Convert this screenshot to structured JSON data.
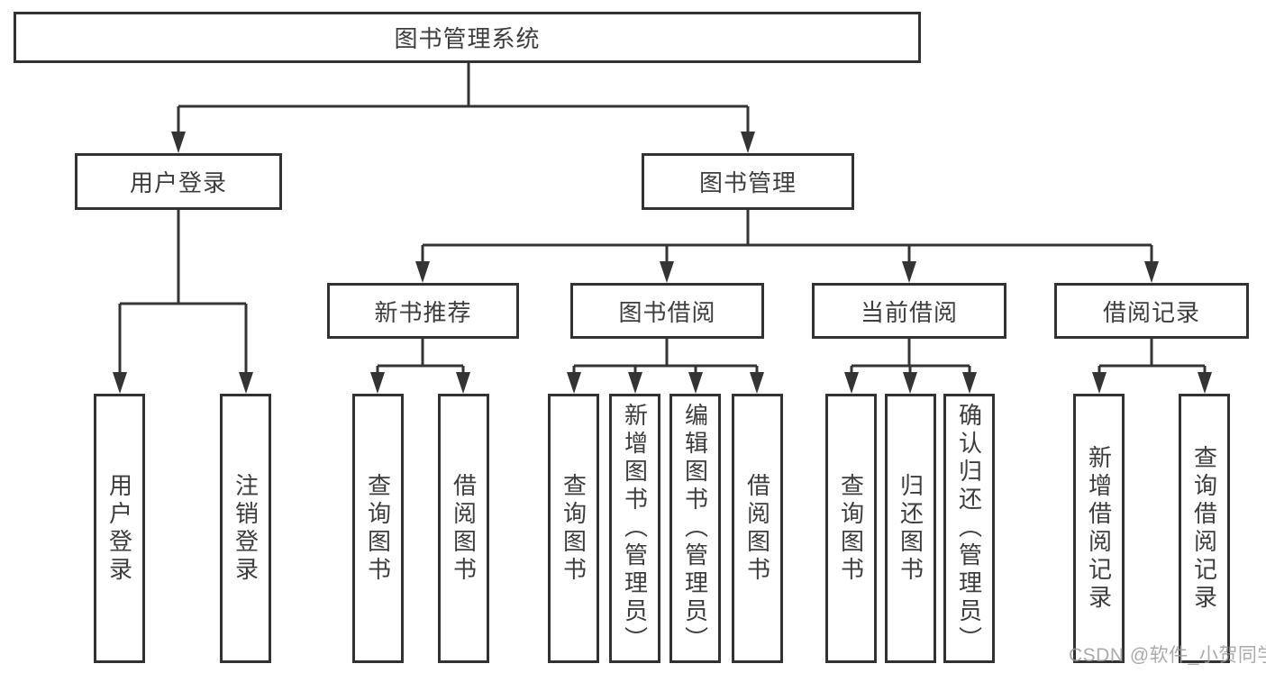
{
  "tree": {
    "root": "图书管理系统",
    "children": [
      {
        "label": "用户登录",
        "children": [
          "用户登录",
          "注销登录"
        ]
      },
      {
        "label": "图书管理",
        "children": [
          {
            "label": "新书推荐",
            "children": [
              "查询图书",
              "借阅图书"
            ]
          },
          {
            "label": "图书借阅",
            "children": [
              "查询图书",
              "新增图书（管理员）",
              "编辑图书（管理员）",
              "借阅图书"
            ]
          },
          {
            "label": "当前借阅",
            "children": [
              "查询图书",
              "归还图书",
              "确认归还（管理员）"
            ]
          },
          {
            "label": "借阅记录",
            "children": [
              "新增借阅记录",
              "查询借阅记录"
            ]
          }
        ]
      }
    ]
  },
  "watermark": "CSDN @软件_小贺同学",
  "colors": {
    "line": "#343434",
    "border": "#323232",
    "text": "#3d3d3d",
    "background": "#ffffff",
    "watermark": "#9c9c9c"
  }
}
